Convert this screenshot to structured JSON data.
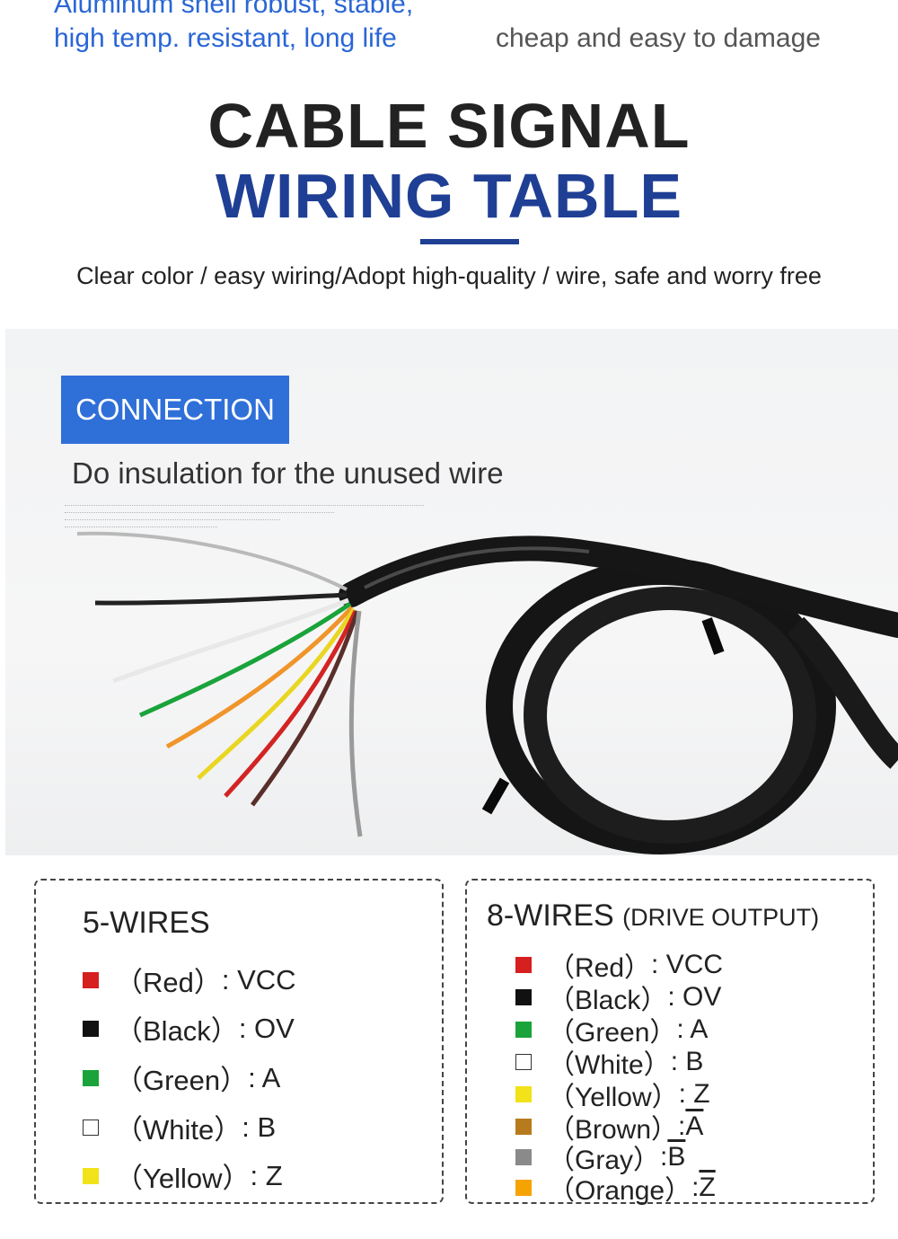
{
  "header": {
    "left_cut_text": "Aluminum shell robust, stable,",
    "left_text": "high temp. resistant, long life",
    "right_text": "cheap and easy to damage"
  },
  "title": {
    "line1": "CABLE SIGNAL",
    "line2": "WIRING TABLE",
    "subtitle": "Clear color / easy wiring/Adopt high-quality / wire, safe and worry free"
  },
  "photo": {
    "badge": "CONNECTION",
    "note": "Do insulation for the unused wire"
  },
  "colors": {
    "red": "#d61f1f",
    "black": "#111111",
    "green": "#1aa33a",
    "white": "#ffffff",
    "yellow": "#f2e21a",
    "brown": "#b77a1c",
    "gray": "#8a8a8a",
    "orange": "#f5a300",
    "accent_blue": "#2f6fd8",
    "title_blue": "#1f3f94"
  },
  "wires5": {
    "title": "5-WIRES",
    "rows": [
      {
        "label": "（Red）",
        "signal": ": VCC"
      },
      {
        "label": "（Black）",
        "signal": ": OV"
      },
      {
        "label": "（Green）",
        "signal": ": A"
      },
      {
        "label": "（White）",
        "signal": ": B"
      },
      {
        "label": "（Yellow）",
        "signal": ": Z"
      }
    ]
  },
  "wires8": {
    "title": "8-WIRES",
    "title_suffix": "(DRIVE OUTPUT)",
    "rows": [
      {
        "label": "（Red）",
        "signal": ": VCC"
      },
      {
        "label": "（Black）",
        "signal": ": OV"
      },
      {
        "label": "（Green）",
        "signal": ": A"
      },
      {
        "label": "（White）",
        "signal": ": B"
      },
      {
        "label": "（Yellow）",
        "signal": ": Z"
      },
      {
        "label": "（Brown）",
        "signal_prefix": ": ",
        "signal": "A"
      },
      {
        "label": "（Gray）",
        "signal_prefix": ": ",
        "signal": "B"
      },
      {
        "label": "（Orange）",
        "signal_prefix": ": ",
        "signal": "Z"
      }
    ]
  }
}
